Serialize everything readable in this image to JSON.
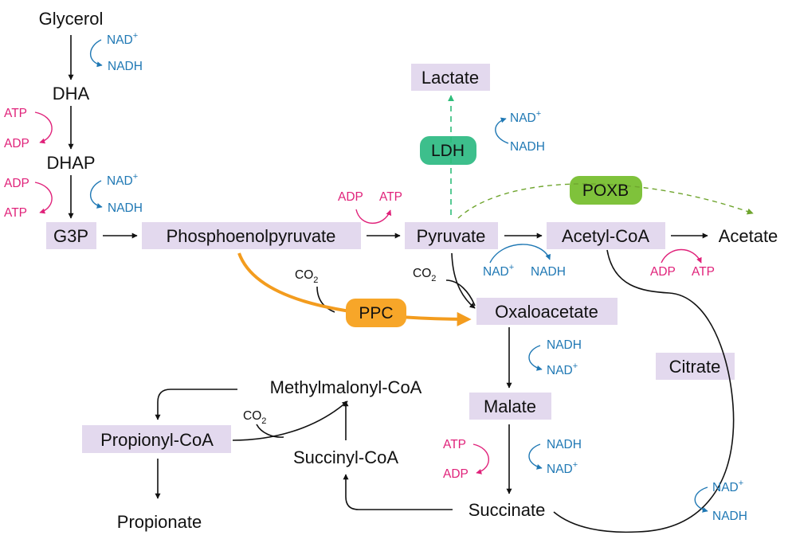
{
  "colors": {
    "highlight": "#e3d9ee",
    "cofactor_blue": "#1f78b4",
    "cofactor_pink": "#e0227a",
    "ldh": "#3dbf8c",
    "poxb": "#7fc23b",
    "ppc": "#f7a629",
    "ppc_arrow": "#f39c1e",
    "lactate_arrow": "#2ebd7a",
    "poxb_arrow": "#6fa52e",
    "line": "#111111"
  },
  "metabolites": {
    "glycerol": "Glycerol",
    "dha": "DHA",
    "dhap": "DHAP",
    "g3p": "G3P",
    "pep": "Phosphoenolpyruvate",
    "pyruvate": "Pyruvate",
    "lactate": "Lactate",
    "acetyl_coa": "Acetyl-CoA",
    "acetate": "Acetate",
    "oxaloacetate": "Oxaloacetate",
    "citrate": "Citrate",
    "malate": "Malate",
    "succinate": "Succinate",
    "succinyl_coa": "Succinyl-CoA",
    "methylmalonyl_coa": "Methylmalonyl-CoA",
    "propionyl_coa": "Propionyl-CoA",
    "propionate": "Propionate"
  },
  "enzymes": {
    "ldh": "LDH",
    "poxb": "POXB",
    "ppc": "PPC"
  },
  "cofactors": {
    "nad": "NAD",
    "plus": "+",
    "nadh": "NADH",
    "atp": "ATP",
    "adp": "ADP",
    "co": "CO",
    "two": "2"
  }
}
